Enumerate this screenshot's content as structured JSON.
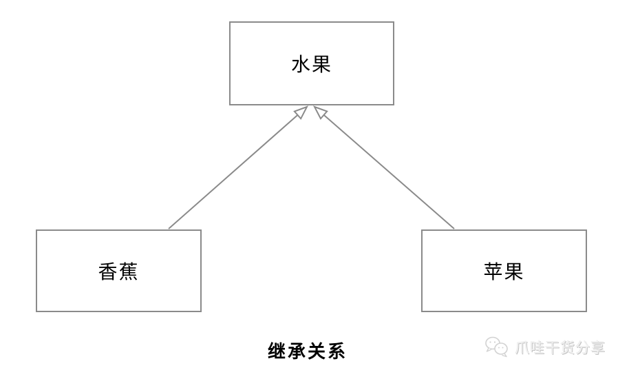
{
  "diagram": {
    "type": "uml-class-inheritance",
    "caption": "继承关系",
    "nodes": [
      {
        "id": "fruit",
        "label": "水果",
        "role": "parent"
      },
      {
        "id": "banana",
        "label": "香蕉",
        "role": "child"
      },
      {
        "id": "apple",
        "label": "苹果",
        "role": "child"
      }
    ],
    "edges": [
      {
        "from": "香蕉",
        "to": "水果",
        "type": "generalization",
        "arrow": "hollow-triangle"
      },
      {
        "from": "苹果",
        "to": "水果",
        "type": "generalization",
        "arrow": "hollow-triangle"
      }
    ],
    "colors": {
      "line": "#8a8a8a",
      "node_border": "#8a8a8a",
      "node_fill": "#ffffff",
      "text": "#000000",
      "background": "#ffffff"
    }
  },
  "watermark": {
    "icon": "wechat-icon",
    "text": "爪哇干货分享",
    "color": "#d9d9d9"
  }
}
